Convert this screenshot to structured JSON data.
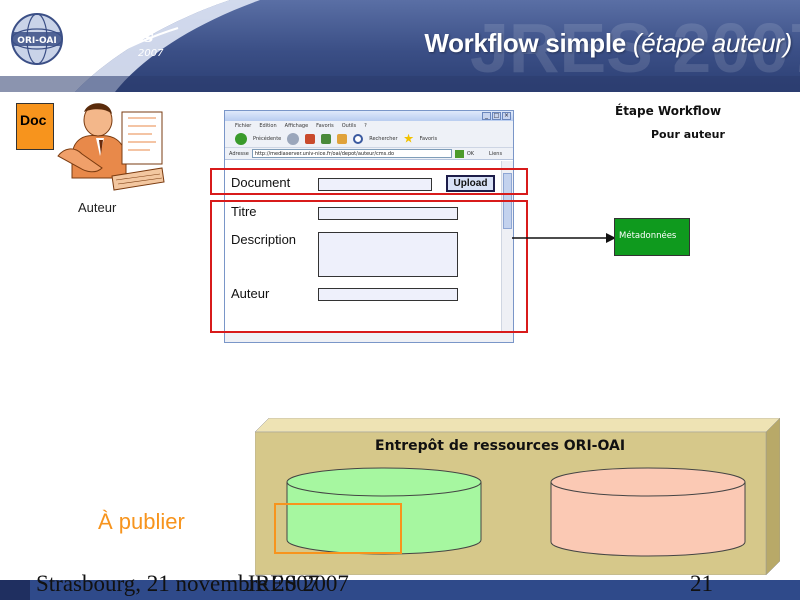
{
  "header": {
    "title_main": "Workflow simple",
    "title_paren": "(étape auteur)",
    "logo_ori_text": "ORI-OAI",
    "logo_jres_text": "jres",
    "logo_jres_year": "2007"
  },
  "left": {
    "doc_label": "Doc",
    "author_label": "Auteur"
  },
  "browser": {
    "menu_items": [
      "Fichier",
      "Edition",
      "Affichage",
      "Favoris",
      "Outils",
      "?"
    ],
    "toolbar": {
      "back_label": "Précédente",
      "search_label": "Rechercher",
      "favorites_label": "Favoris"
    },
    "address_label": "Adresse",
    "address_url": "http://mediaserver.univ-nice.fr/oai/depot/auteur/cms.do",
    "go_label": "OK",
    "links_label": "Liens"
  },
  "form": {
    "document_label": "Document",
    "upload_label": "Upload",
    "titre_label": "Titre",
    "description_label": "Description",
    "auteur_label": "Auteur"
  },
  "workflow": {
    "title": "Étape Workflow",
    "subtitle": "Pour auteur",
    "metadata_label": "Métadonnées"
  },
  "repository": {
    "title": "Entrepôt de ressources ORI-OAI",
    "publish_label": "À publier"
  },
  "footer": {
    "location_date": "Strasbourg, 21 novembre 2007",
    "event": "JRES 2007",
    "page_number": "21"
  },
  "colors": {
    "header_blue": "#3b4f86",
    "doc_orange": "#f7941d",
    "metadata_green": "#0f9a1e",
    "highlight_red": "#d81b1b",
    "repo_khaki": "#d6c88a",
    "cyl_green": "#a6f7a0",
    "cyl_pink": "#fbc9b4"
  }
}
